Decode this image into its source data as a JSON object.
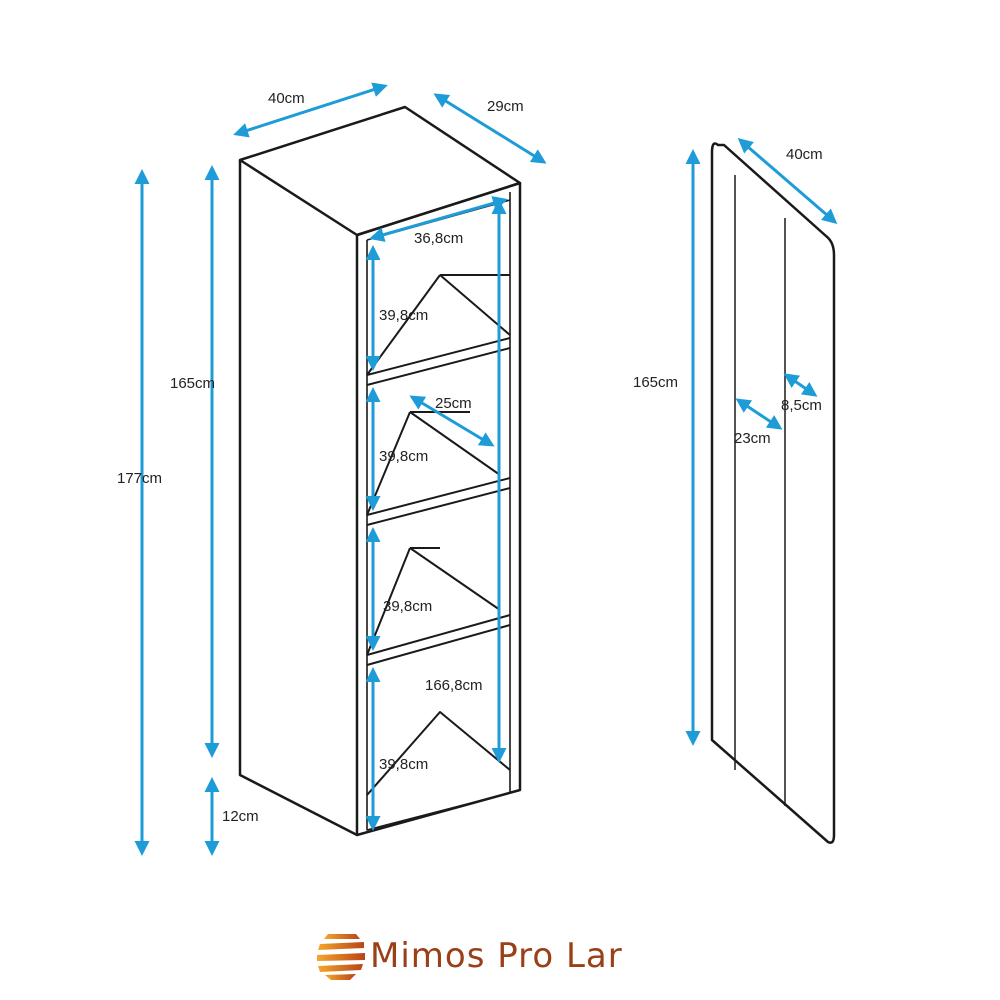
{
  "colors": {
    "arrow": "#1e9cd7",
    "line": "#1a1a1a",
    "brand": "#9a4018"
  },
  "cabinet": {
    "width_label": "40cm",
    "depth_label": "29cm",
    "total_height_label": "177cm",
    "body_height_label": "165cm",
    "leg_height_label": "12cm",
    "inner_width_label": "36,8cm",
    "compartment_labels": [
      "39,8cm",
      "39,8cm",
      "39,8cm",
      "39,8cm"
    ],
    "shelf_depth_label": "25cm",
    "inner_height_label": "166,8cm"
  },
  "door": {
    "height_label": "165cm",
    "width_label": "40cm",
    "edge_label": "8,5cm",
    "groove_label": "23cm"
  },
  "brand": {
    "name": "Mimos Pro Lar"
  }
}
